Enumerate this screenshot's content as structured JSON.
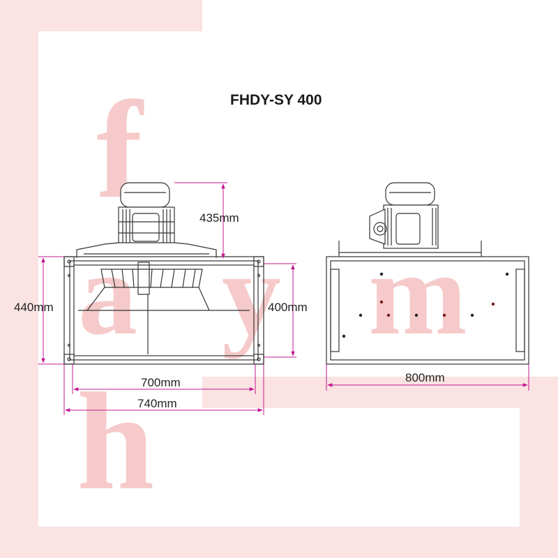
{
  "title": "FHDY-SY 400",
  "watermark": {
    "letters": [
      "f",
      "a",
      "y",
      "m",
      "h"
    ],
    "color": "#f6caca",
    "frame_color": "#fbe3e3"
  },
  "colors": {
    "dimension_line": "#c2188f",
    "drawing_line": "#333333",
    "hole": "#222222",
    "hole_alt": "#7a1a1a"
  },
  "front_view": {
    "dims": {
      "motor_height": "435mm",
      "overall_height": "440mm",
      "inner_height": "400mm",
      "inner_width": "700mm",
      "overall_width": "740mm"
    }
  },
  "side_view": {
    "dims": {
      "length": "800mm"
    }
  }
}
